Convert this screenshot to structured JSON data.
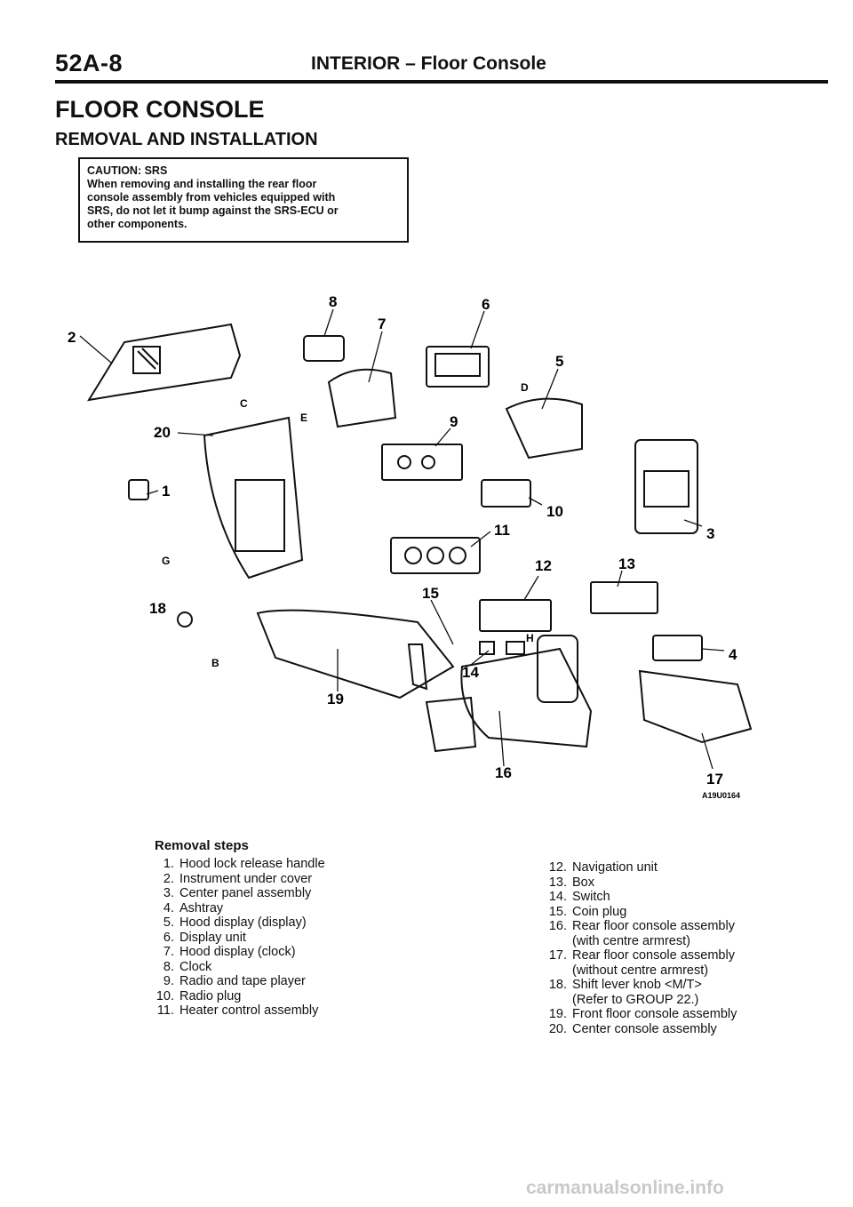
{
  "header": {
    "page_number": "52A-8",
    "section_title": "INTERIOR – Floor Console"
  },
  "title": "FLOOR CONSOLE",
  "subtitle": "REMOVAL AND INSTALLATION",
  "caution": {
    "lines": [
      "CAUTION: SRS",
      "When removing and installing the rear floor",
      "console assembly from vehicles equipped with",
      "SRS, do not let it bump against the SRS-ECU or",
      "other components."
    ]
  },
  "diagram": {
    "figure_id": "A19U0164",
    "callouts": [
      "1",
      "2",
      "3",
      "4",
      "5",
      "6",
      "7",
      "8",
      "9",
      "10",
      "11",
      "12",
      "13",
      "14",
      "15",
      "16",
      "17",
      "18",
      "19",
      "20"
    ],
    "fastener_letters": [
      "B",
      "C",
      "D",
      "E",
      "G",
      "H"
    ]
  },
  "removal_steps": {
    "title": "Removal steps",
    "left": [
      {
        "num": "1.",
        "text": "Hood lock release handle"
      },
      {
        "num": "2.",
        "text": "Instrument under cover"
      },
      {
        "num": "3.",
        "text": "Center panel assembly"
      },
      {
        "num": "4.",
        "text": "Ashtray"
      },
      {
        "num": "5.",
        "text": "Hood display (display)"
      },
      {
        "num": "6.",
        "text": "Display unit"
      },
      {
        "num": "7.",
        "text": "Hood display (clock)"
      },
      {
        "num": "8.",
        "text": "Clock"
      },
      {
        "num": "9.",
        "text": "Radio and tape player"
      },
      {
        "num": "10.",
        "text": "Radio plug"
      },
      {
        "num": "11.",
        "text": "Heater control assembly"
      }
    ],
    "right": [
      {
        "num": "12.",
        "text": "Navigation unit"
      },
      {
        "num": "13.",
        "text": "Box"
      },
      {
        "num": "14.",
        "text": "Switch"
      },
      {
        "num": "15.",
        "text": "Coin plug"
      },
      {
        "num": "16.",
        "text": "Rear floor console assembly"
      },
      {
        "num": "",
        "text": "(with centre armrest)"
      },
      {
        "num": "17.",
        "text": "Rear floor console assembly"
      },
      {
        "num": "",
        "text": "(without centre armrest)"
      },
      {
        "num": "18.",
        "text": "Shift lever knob <M/T>"
      },
      {
        "num": "",
        "text": "(Refer to GROUP 22.)"
      },
      {
        "num": "19.",
        "text": "Front floor console assembly"
      },
      {
        "num": "20.",
        "text": "Center console assembly"
      }
    ]
  },
  "watermark": "carmanualsonline.info"
}
